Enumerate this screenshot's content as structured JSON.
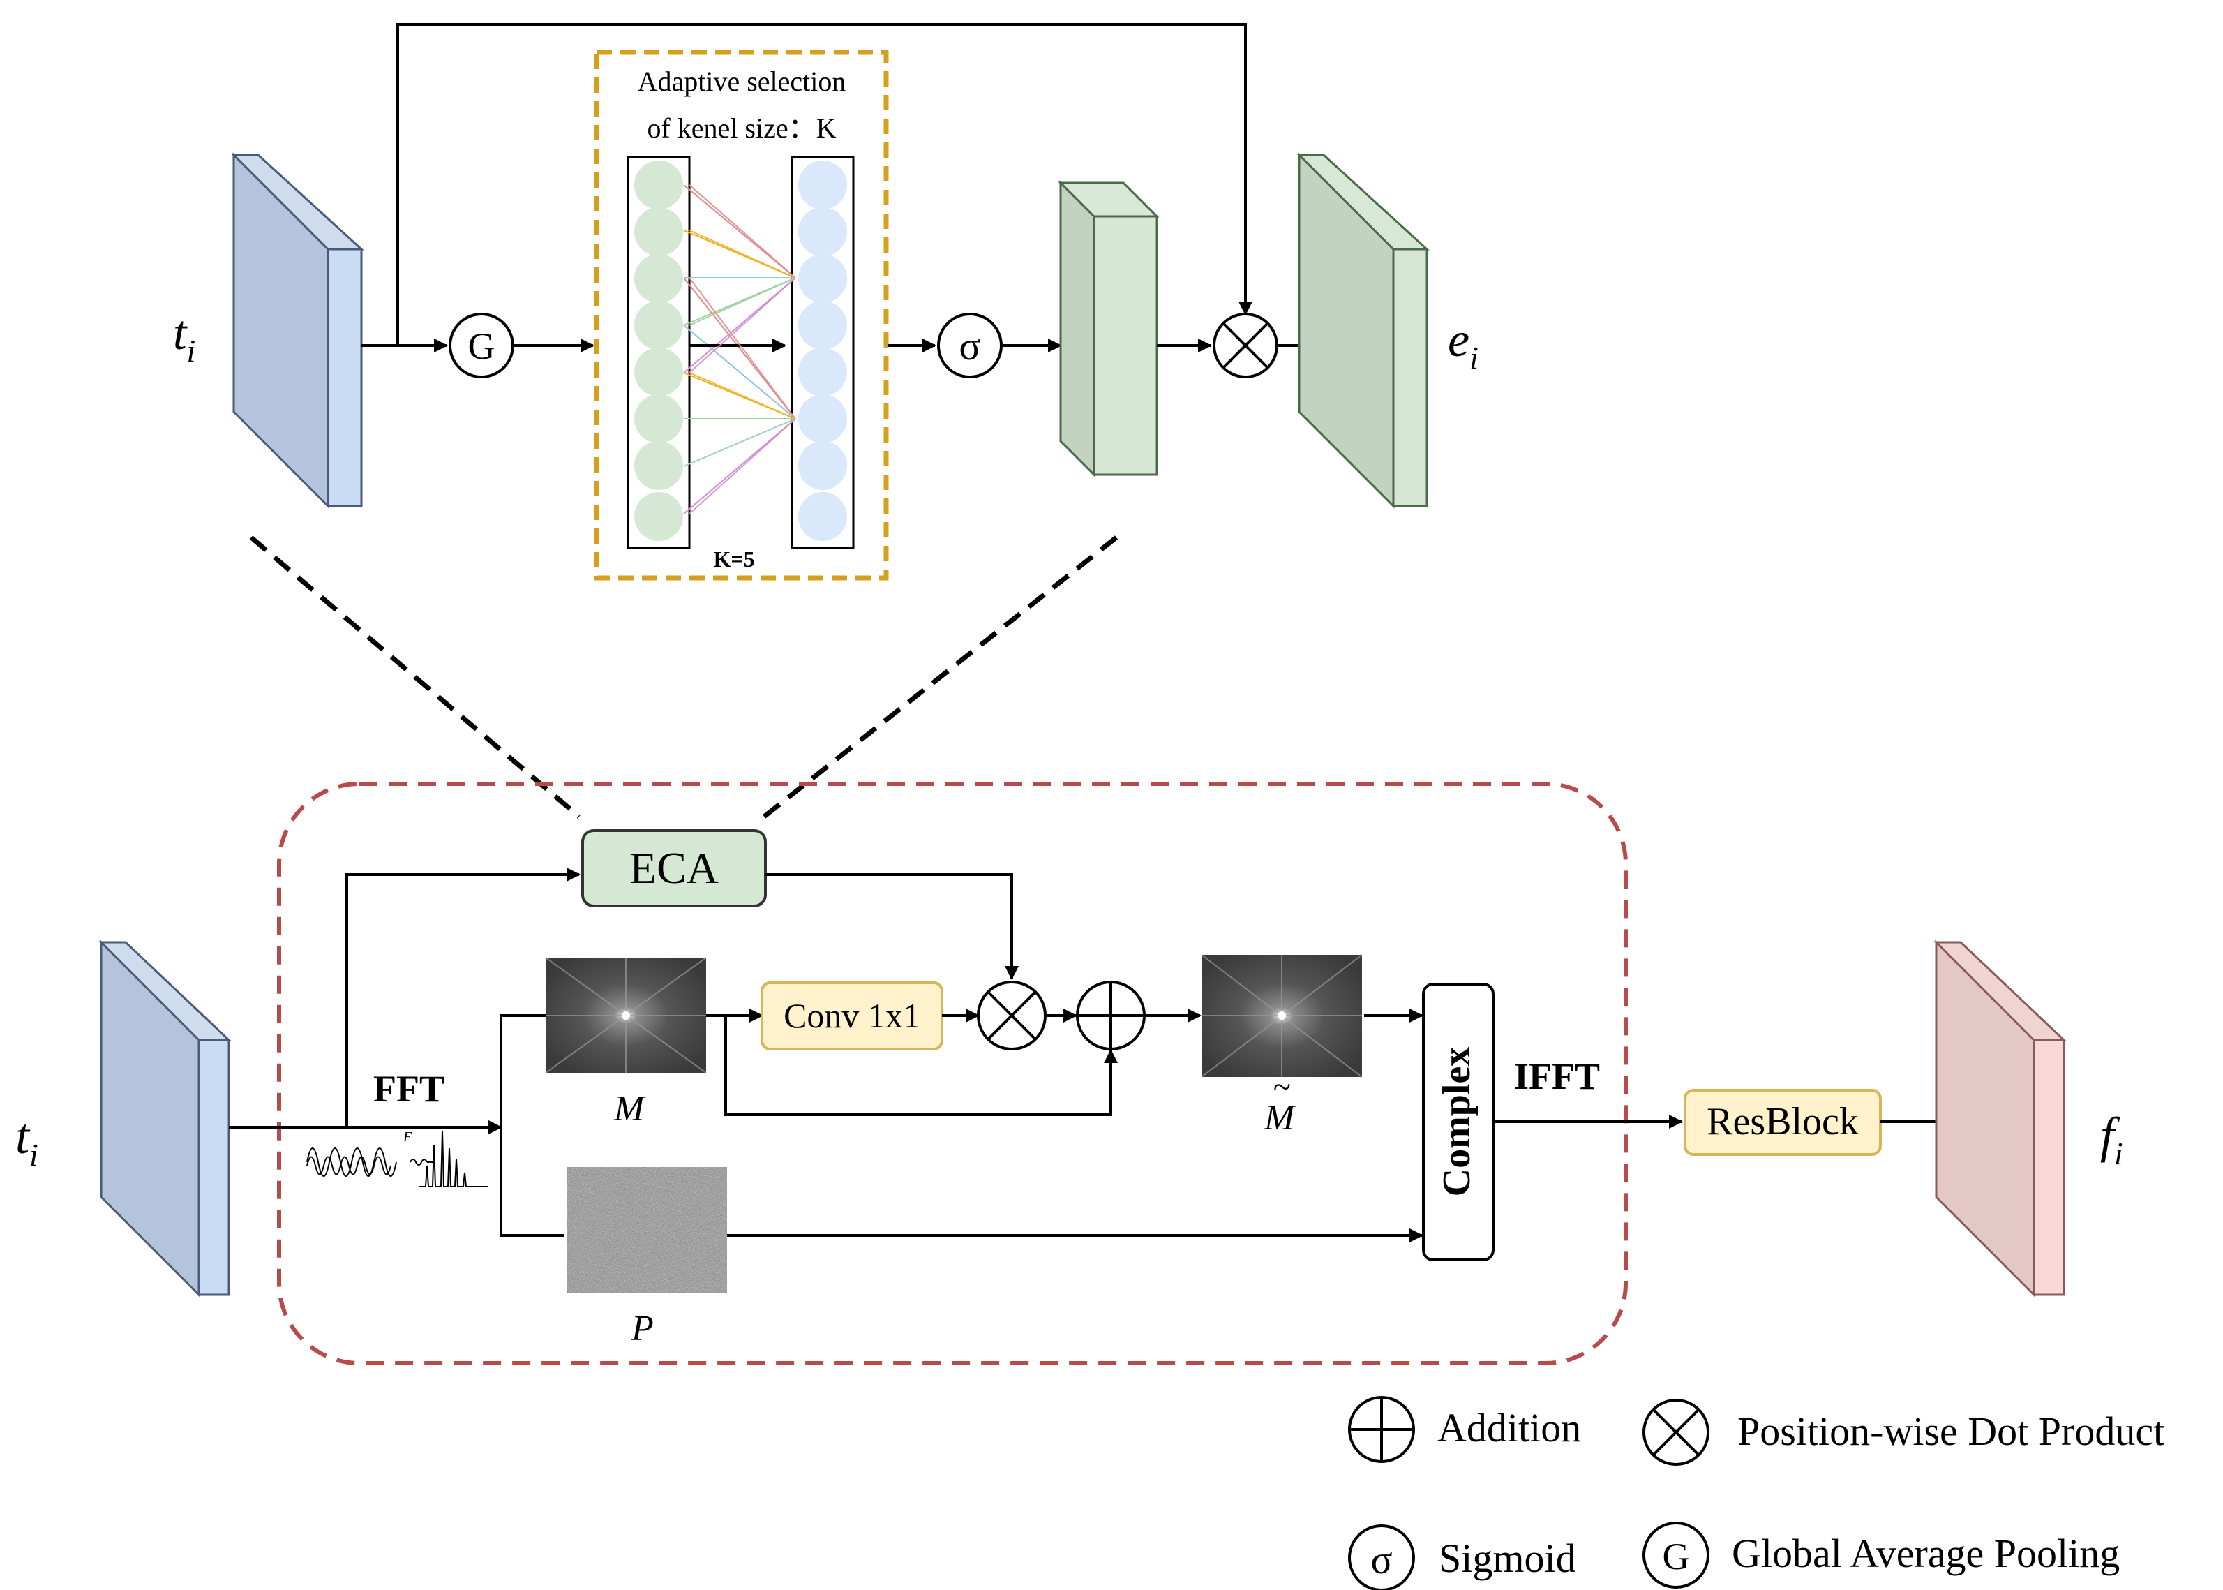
{
  "top": {
    "input_label": "t",
    "input_sub": "i",
    "output_label": "e",
    "output_sub": "i",
    "gap_symbol": "G",
    "sigmoid_symbol": "σ",
    "adaptive_title_line1": "Adaptive selection",
    "adaptive_title_line2": "of kenel size：K",
    "k_label": "K=5"
  },
  "bottom": {
    "input_label": "t",
    "input_sub": "i",
    "output_label": "f",
    "output_sub": "i",
    "eca_label": "ECA",
    "fft_label": "FFT",
    "ifft_label": "IFFT",
    "conv_label": "Conv 1x1",
    "complex_label": "Complex",
    "resblock_label": "ResBlock",
    "m_label": "M",
    "m_tilde_label": "M",
    "p_label": "P",
    "fft_mini_label": "F"
  },
  "legend": {
    "addition": "Addition",
    "dot_product": "Position-wise Dot Product",
    "sigmoid_symbol": "σ",
    "sigmoid": "Sigmoid",
    "gap_symbol": "G",
    "gap": "Global Average Pooling"
  },
  "colors": {
    "blue_face": "#b4c4dc",
    "blue_side": "#cadcf4",
    "green_face": "#c2d4bf",
    "green_side": "#d6e8d4",
    "pink_face": "#e4c8c8",
    "pink_side": "#f8d8d8",
    "orange_dash": "#d6a01e",
    "red_dash": "#b84a4a",
    "eca_fill": "#d5e8d4",
    "yellow_fill": "#fff2cc",
    "yellow_stroke": "#d6b656",
    "node_green": "#d5e8d4",
    "node_blue": "#dae8fc"
  }
}
